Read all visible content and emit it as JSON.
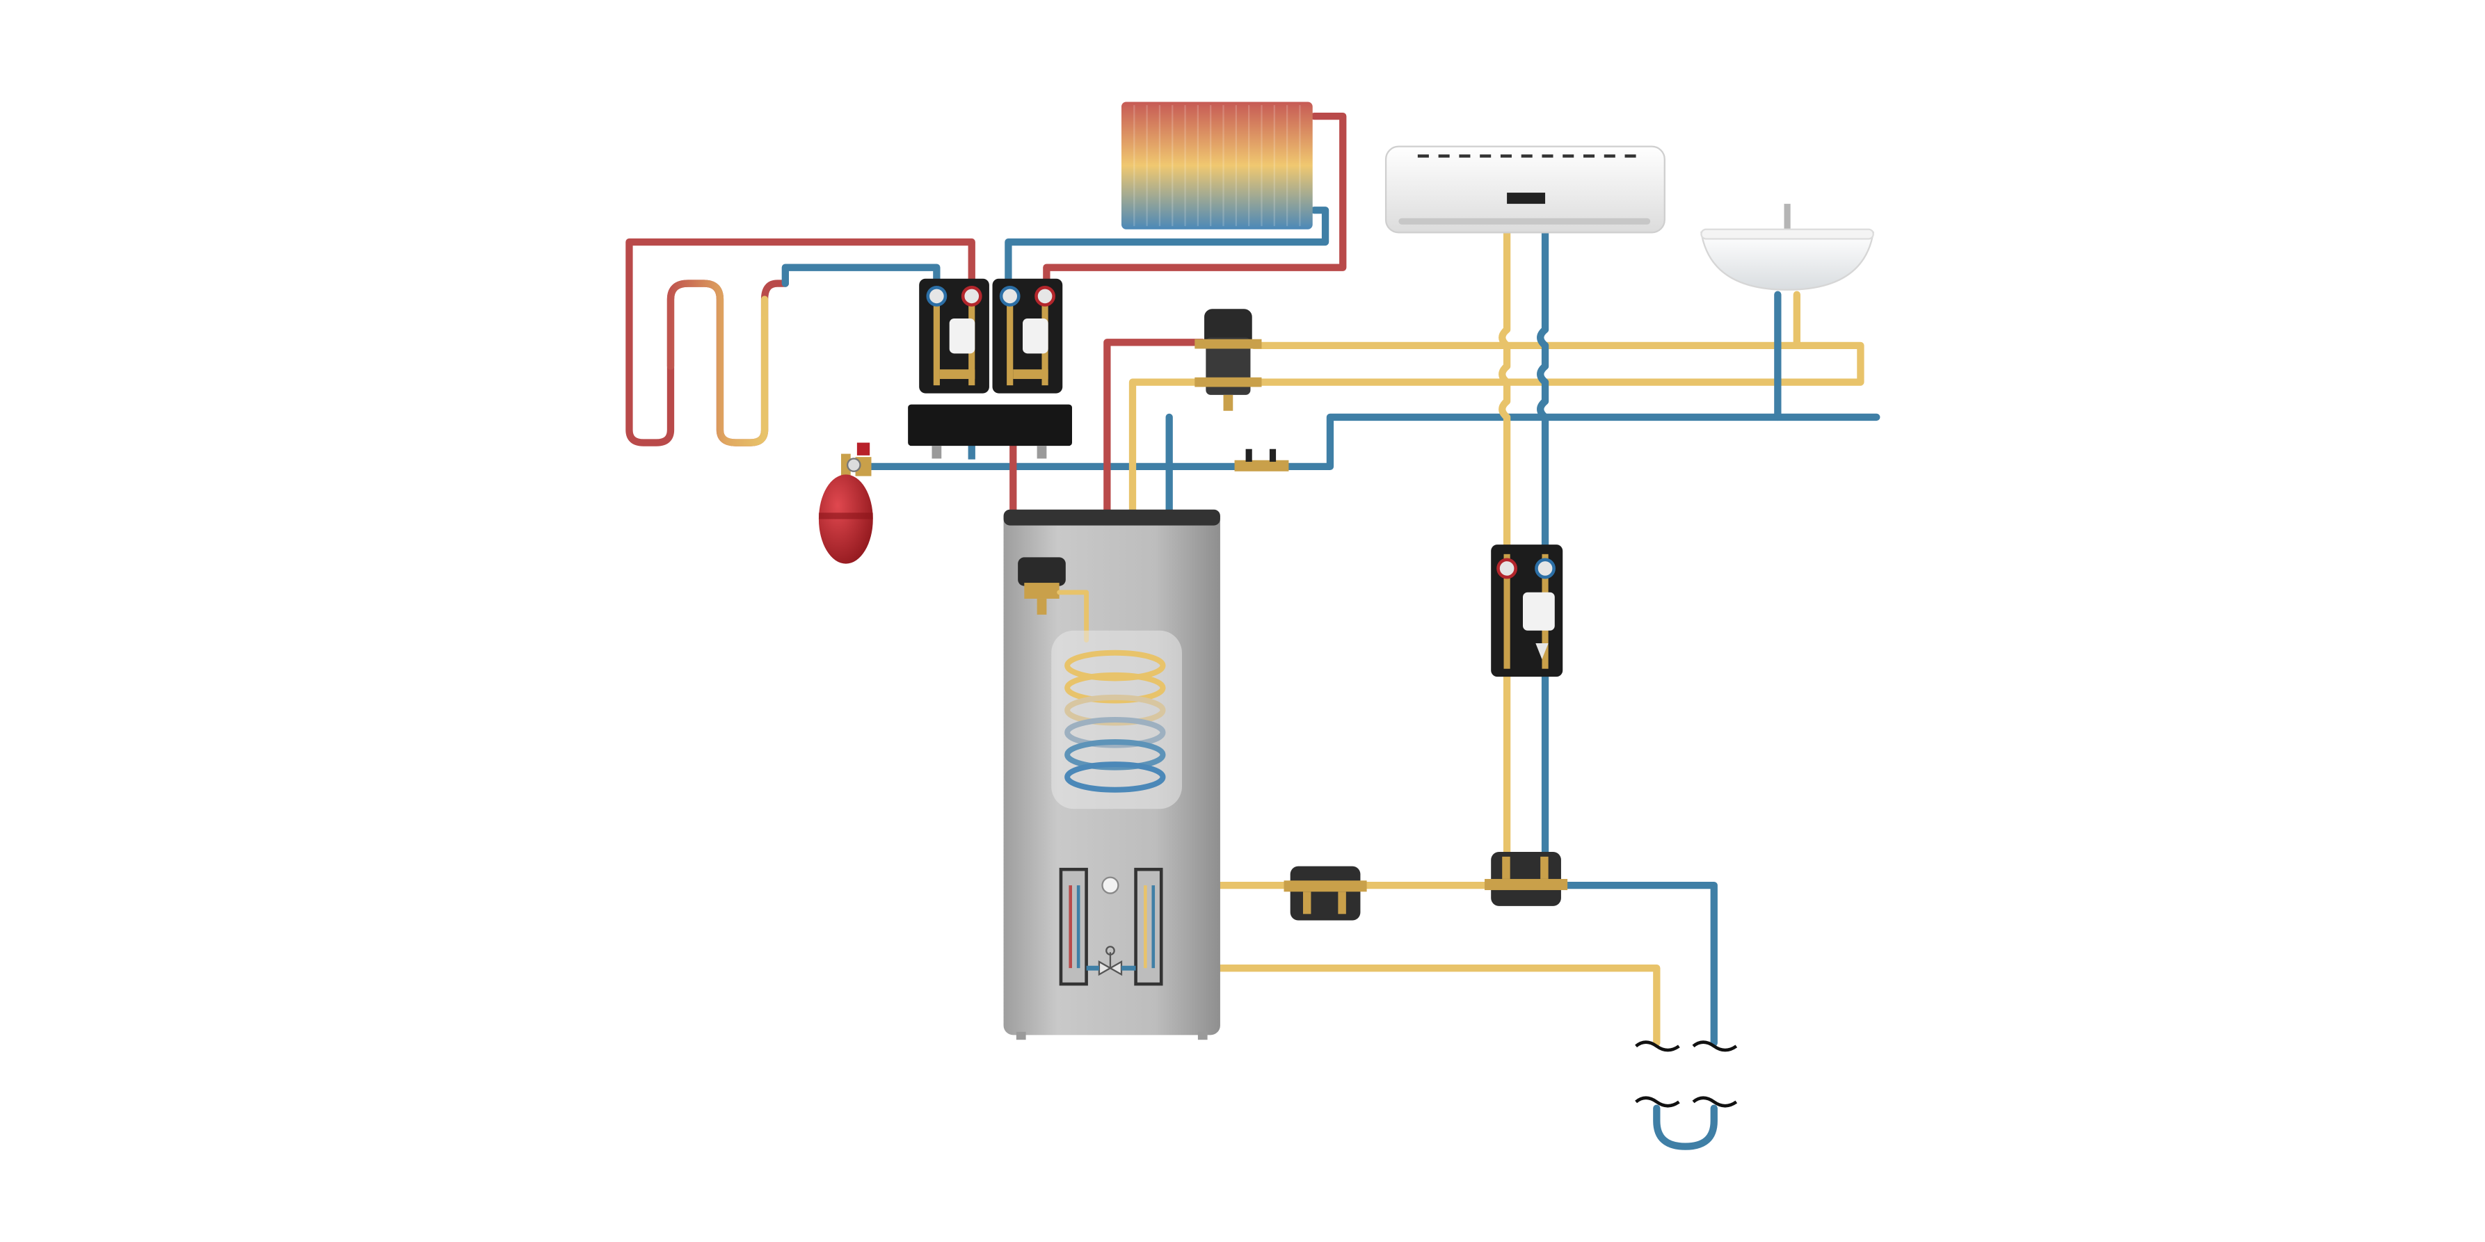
{
  "diagram": {
    "kind": "heating-system-schematic",
    "colors": {
      "supply_hot": "#b94a4a",
      "return_cold": "#3f7fa6",
      "domestic_warm": "#e8c36a",
      "brass": "#c9a04a",
      "station_body": "#1c1c1c",
      "tank_body": "#bdbdbd",
      "expansion_vessel": "#b8202a"
    },
    "components": [
      {
        "id": "underfloor-heating-loop",
        "icon": "underfloor-coil-icon"
      },
      {
        "id": "panel-radiator",
        "icon": "radiator-icon"
      },
      {
        "id": "split-ac-indoor-unit",
        "icon": "air-conditioner-icon"
      },
      {
        "id": "wash-basin",
        "icon": "sink-icon"
      },
      {
        "id": "pump-station-left",
        "icon": "pump-group-icon"
      },
      {
        "id": "pump-station-right",
        "icon": "pump-group-icon"
      },
      {
        "id": "distribution-manifold",
        "icon": "manifold-icon"
      },
      {
        "id": "thermostatic-mixing-valve",
        "icon": "mixing-valve-icon"
      },
      {
        "id": "expansion-vessel",
        "icon": "expansion-vessel-icon"
      },
      {
        "id": "safety-valve-group",
        "icon": "safety-valve-icon"
      },
      {
        "id": "fill-drain-valve",
        "icon": "ball-valve-icon"
      },
      {
        "id": "heat-pump-storage-tank",
        "icon": "tank-icon"
      },
      {
        "id": "tank-diverter-valve",
        "icon": "diverter-valve-icon"
      },
      {
        "id": "dhw-coil",
        "icon": "coil-icon"
      },
      {
        "id": "plate-heat-exchanger-left",
        "icon": "heat-exchanger-icon"
      },
      {
        "id": "plate-heat-exchanger-right",
        "icon": "heat-exchanger-icon"
      },
      {
        "id": "circulation-pump-station",
        "icon": "pump-group-icon"
      },
      {
        "id": "connection-valve-block-left",
        "icon": "valve-block-icon"
      },
      {
        "id": "connection-valve-block-right",
        "icon": "valve-block-icon"
      },
      {
        "id": "ground-loop-break-symbols",
        "icon": "pipe-break-icon"
      },
      {
        "id": "ground-loop-return-bend",
        "icon": "u-bend-icon"
      }
    ]
  }
}
